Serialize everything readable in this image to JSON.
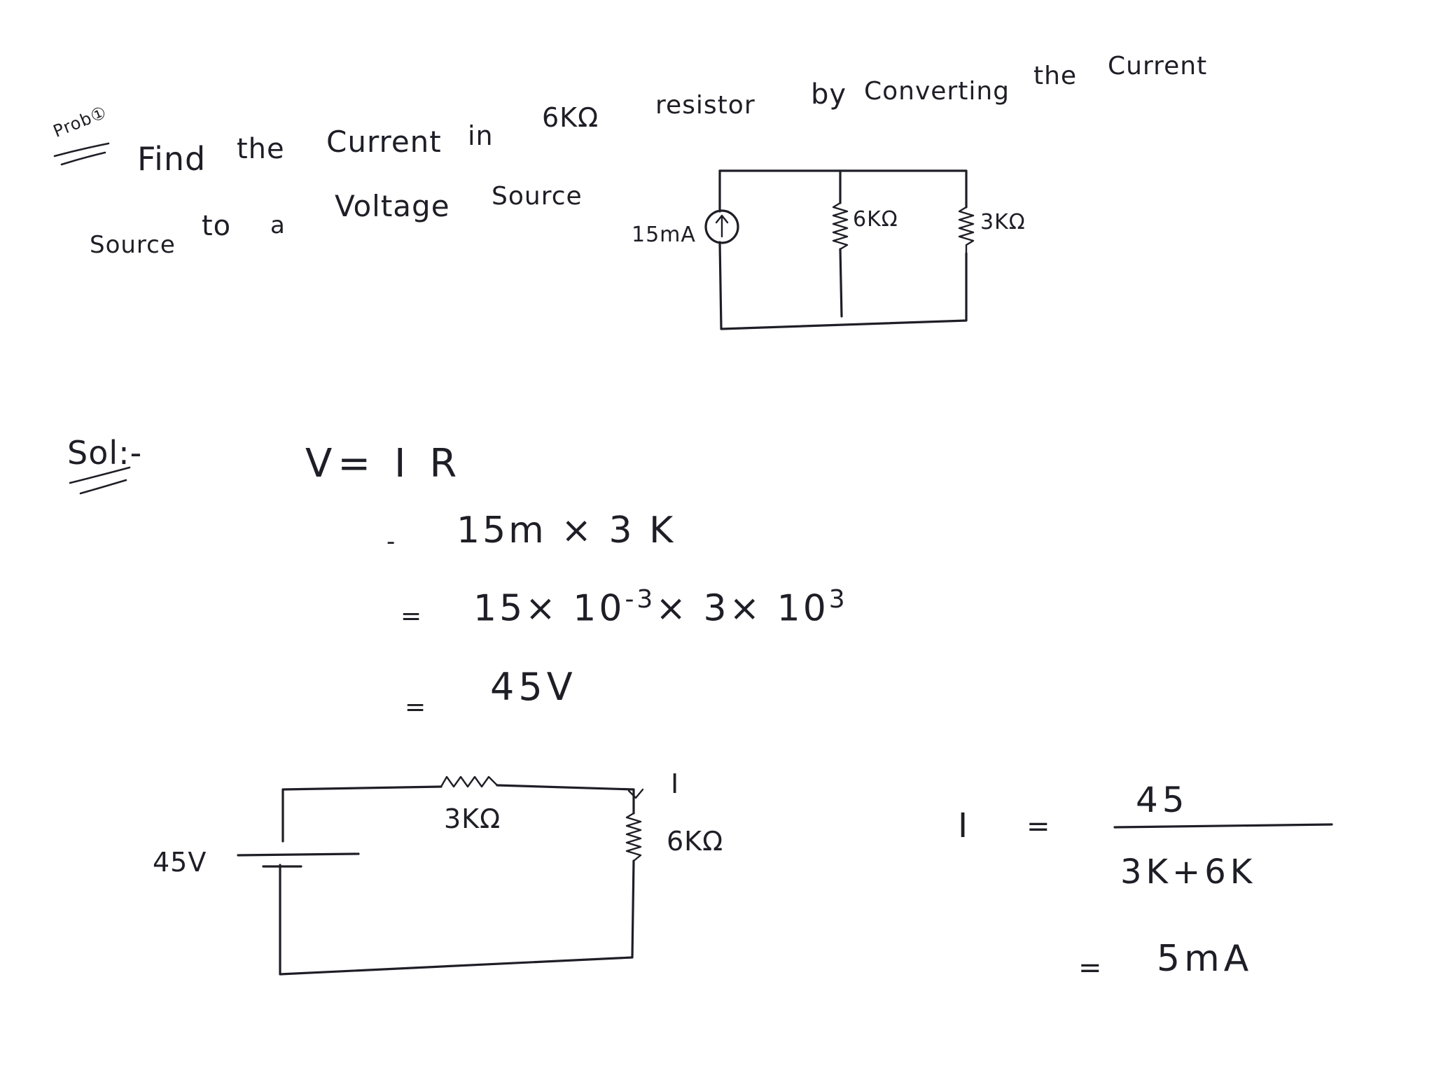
{
  "problem": {
    "label": "Prob①",
    "line1_words": [
      "Find",
      "the",
      "Current",
      "in",
      "6KΩ",
      "resistor",
      "by",
      "Converting",
      "the",
      "Current"
    ],
    "line2_words": [
      "Source",
      "to",
      "a",
      "Voltage",
      "Source"
    ]
  },
  "given_circuit": {
    "source_label": "15mA",
    "source_arrow": "↑",
    "r1_label": "6KΩ",
    "r2_label": "3KΩ"
  },
  "solution": {
    "label": "Sol:-",
    "formula": "V= I R",
    "step1_eq": "-",
    "step1": "15m × 3 K",
    "step2_eq": "=",
    "step2_a": "15× 10",
    "step2_a_exp": "-3",
    "step2_b": "× 3× 10",
    "step2_b_exp": "3",
    "step3_eq": "=",
    "step3": "45V"
  },
  "converted_circuit": {
    "source_label": "45V",
    "series_resistor_label": "3KΩ",
    "load_resistor_label": "6KΩ",
    "current_label": "I"
  },
  "result": {
    "lhs": "I",
    "equals": "=",
    "numerator": "45",
    "denominator": "3K+6K",
    "equals2": "=",
    "answer": "5mA"
  }
}
